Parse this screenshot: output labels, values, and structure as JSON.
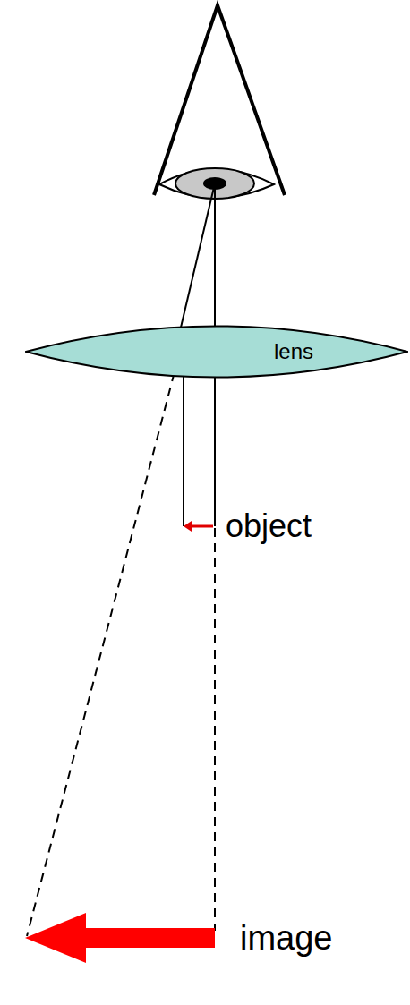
{
  "diagram": {
    "nodes": [
      {
        "text": [
          "lens"
        ]
      }
    ],
    "labels": [
      "object",
      "image"
    ]
  }
}
